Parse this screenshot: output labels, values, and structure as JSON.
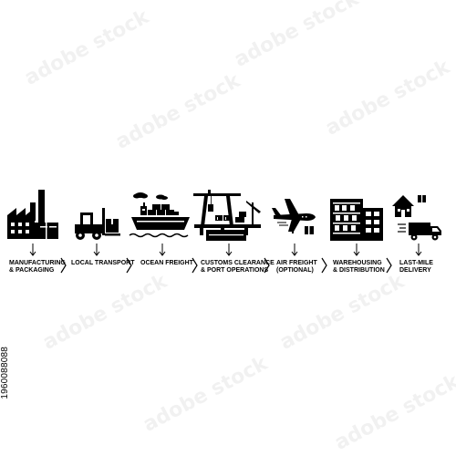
{
  "watermark": {
    "text": "adobe stock"
  },
  "side_id": "1960088088",
  "steps": [
    {
      "icon": "factory-icon",
      "line1": "MANUFACTURING",
      "line2": "& PACKAGING"
    },
    {
      "icon": "forklift-icon",
      "line1": "LOCAL TRANSPORT",
      "line2": ""
    },
    {
      "icon": "cargo-ship-icon",
      "line1": "OCEAN FREIGHT",
      "line2": ""
    },
    {
      "icon": "port-crane-icon",
      "line1": "CUSTOMS CLEARANCE",
      "line2": "& PORT OPERATIONS"
    },
    {
      "icon": "airplane-icon",
      "line1": "AIR FREIGHT",
      "line2": "(OPTIONAL)"
    },
    {
      "icon": "warehouse-icon",
      "line1": "WAREHOUSING",
      "line2": "& DISTRIBUTION"
    },
    {
      "icon": "delivery-truck-icon",
      "line1": "LAST-MILE",
      "line2": "DELIVERY"
    }
  ],
  "colors": {
    "ink": "#000000",
    "background": "#ffffff"
  }
}
